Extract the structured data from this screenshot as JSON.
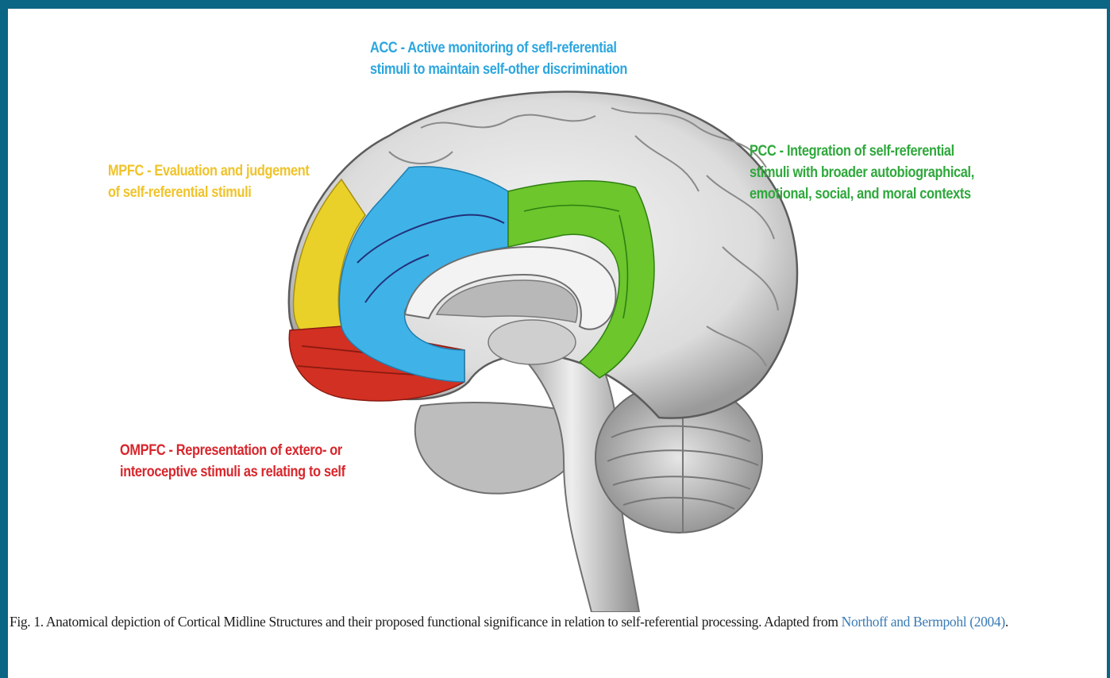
{
  "labels": {
    "acc": {
      "line1": "ACC - Active monitoring of sefl-referential",
      "line2": "stimuli to maintain self-other discrimination",
      "color": "#2ba6df"
    },
    "mpfc": {
      "line1": "MPFC - Evaluation and judgement",
      "line2": "of self-referential stimuli",
      "color": "#f0c32a"
    },
    "pcc": {
      "line1": "PCC - Integration of self-referential",
      "line2": "stimuli with broader autobiographical,",
      "line3": "emotional, social, and moral contexts",
      "color": "#2fa83c"
    },
    "ompfc": {
      "line1": "OMPFC - Representation of extero- or",
      "line2": "interoceptive stimuli as relating to self",
      "color": "#d8262c"
    }
  },
  "caption": {
    "text": "Fig. 1. Anatomical depiction of Cortical Midline Structures and their proposed functional significance in relation to self-referential processing. Adapted from ",
    "reference": "Northoff and Bermpohl (2004)",
    "end": "."
  },
  "colors": {
    "frame_border": "#0b6584",
    "reference_link": "#3a7bb5",
    "acc_region": "#3fb3e8",
    "mpfc_region": "#e9d12a",
    "pcc_region": "#6cc62c",
    "ompfc_region": "#d23022"
  }
}
